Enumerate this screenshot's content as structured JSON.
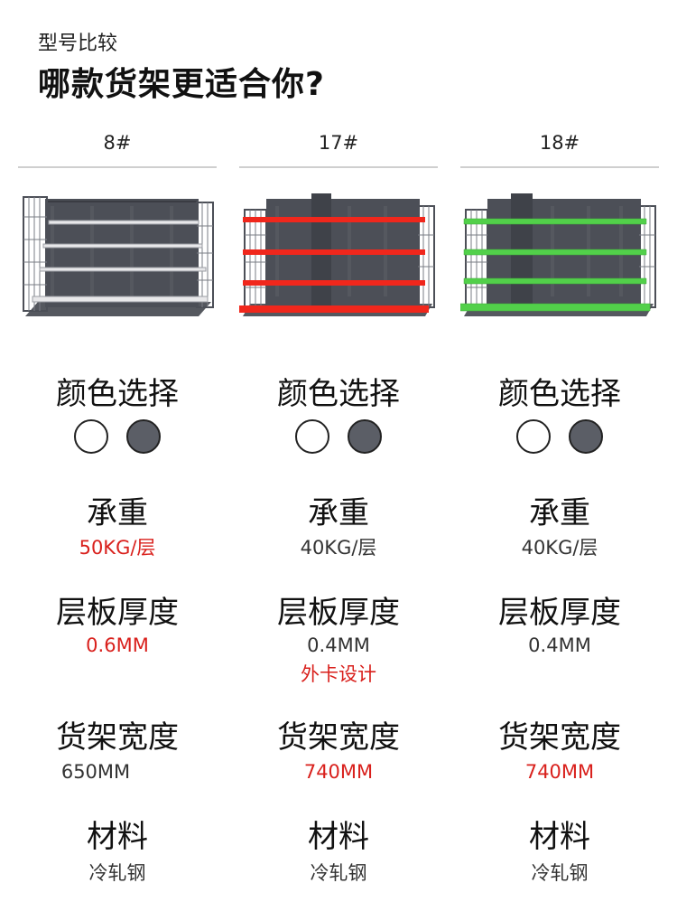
{
  "header": {
    "subtitle": "型号比较",
    "title": "哪款货架更适合你?"
  },
  "labels": {
    "color": "颜色选择",
    "load": "承重",
    "thickness": "层板厚度",
    "width": "货架宽度",
    "material": "材料"
  },
  "models": [
    {
      "name": "8#",
      "shelf_accent": "#e8e8ea",
      "load": "50KG/层",
      "thickness": "0.6MM",
      "thickness_note": "",
      "width": "650MM",
      "material": "冷轧钢"
    },
    {
      "name": "17#",
      "shelf_accent": "#f0271c",
      "load": "40KG/层",
      "thickness": "0.4MM",
      "thickness_note": "外卡设计",
      "width": "740MM",
      "material": "冷轧钢"
    },
    {
      "name": "18#",
      "shelf_accent": "#52d04a",
      "load": "40KG/层",
      "thickness": "0.4MM",
      "thickness_note": "",
      "width": "740MM",
      "material": "冷轧钢"
    }
  ],
  "colors": {
    "highlight_red": "#d9201c",
    "swatch_white": "#ffffff",
    "swatch_gray": "#5b5e66"
  }
}
